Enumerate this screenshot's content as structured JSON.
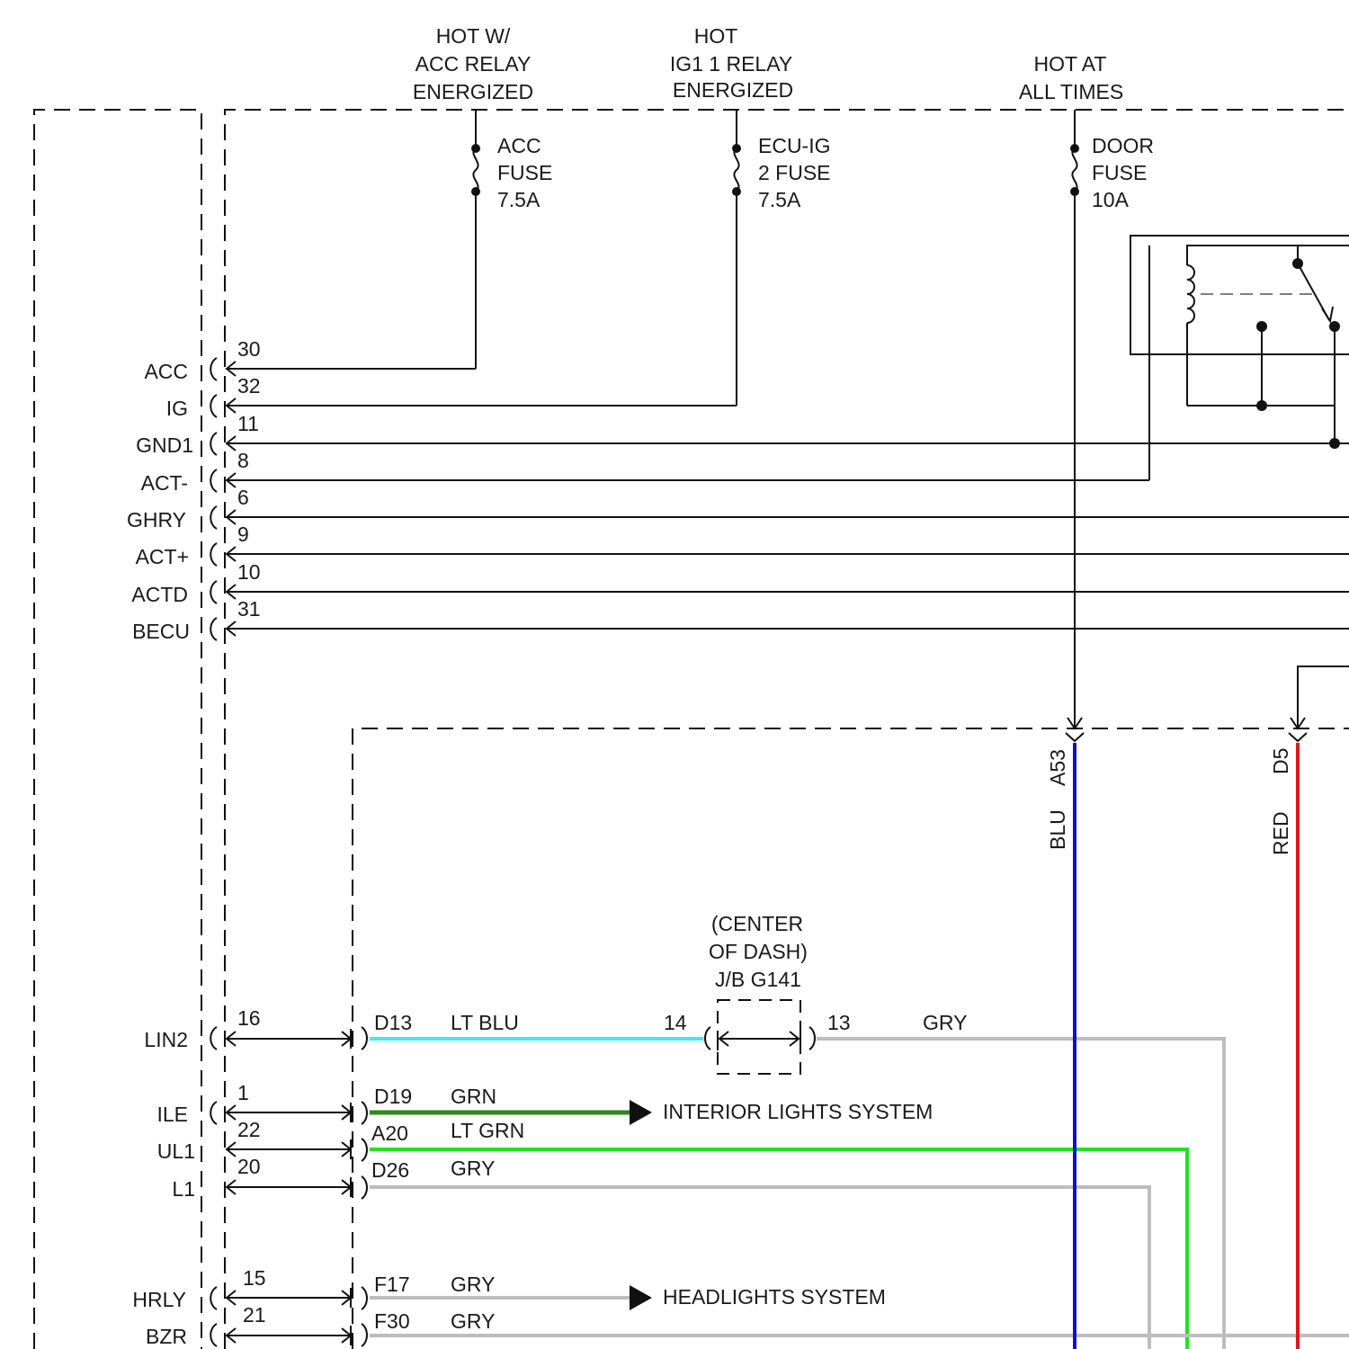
{
  "power": {
    "acc": {
      "lines": [
        "HOT W/",
        "ACC RELAY",
        "ENERGIZED"
      ],
      "fuse": [
        "ACC",
        "FUSE",
        "7.5A"
      ]
    },
    "ig": {
      "lines": [
        "HOT",
        "IG1 1 RELAY",
        "ENERGIZED"
      ],
      "fuse": [
        "ECU-IG",
        "2 FUSE",
        "7.5A"
      ]
    },
    "batt": {
      "lines": [
        "HOT AT",
        "ALL TIMES"
      ],
      "fuse": [
        "DOOR",
        "FUSE",
        "10A"
      ]
    }
  },
  "upper_terminals": [
    {
      "name": "ACC",
      "pin": "30"
    },
    {
      "name": "IG",
      "pin": "32"
    },
    {
      "name": "GND1",
      "pin": "11"
    },
    {
      "name": "ACT-",
      "pin": "8"
    },
    {
      "name": "GHRY",
      "pin": "6"
    },
    {
      "name": "ACT+",
      "pin": "9"
    },
    {
      "name": "ACTD",
      "pin": "10"
    },
    {
      "name": "BECU",
      "pin": "31"
    }
  ],
  "lower_terminals": [
    {
      "name": "LIN2",
      "pin": "16",
      "conn": "D13",
      "wire": "LT BLU"
    },
    {
      "name": "ILE",
      "pin": "1",
      "conn": "D19",
      "wire": "GRN"
    },
    {
      "name": "UL1",
      "pin": "22",
      "conn": "A20",
      "wire": "LT GRN"
    },
    {
      "name": "L1",
      "pin": "20",
      "conn": "D26",
      "wire": "GRY"
    },
    {
      "name": "HRLY",
      "pin": "15",
      "conn": "F17",
      "wire": "GRY"
    },
    {
      "name": "BZR",
      "pin": "21",
      "conn": "F30",
      "wire": "GRY"
    }
  ],
  "junction_block": {
    "lines": [
      "(CENTER",
      "OF DASH)",
      "J/B G141"
    ],
    "pin_in": "14",
    "pin_out": "13",
    "wire_out": "GRY"
  },
  "destinations": {
    "interior": "INTERIOR LIGHTS SYSTEM",
    "headlights": "HEADLIGHTS SYSTEM"
  },
  "vertical_wires": [
    {
      "conn": "A53",
      "color_label": "BLU",
      "color": "#1010cc"
    },
    {
      "conn": "D5",
      "color_label": "RED",
      "color": "#e01818"
    }
  ],
  "wire_colors": {
    "lt_blu": "#3ee8f0",
    "grn": "#2e8b1a",
    "lt_grn": "#22e022",
    "gry": "#bdbdbd"
  }
}
